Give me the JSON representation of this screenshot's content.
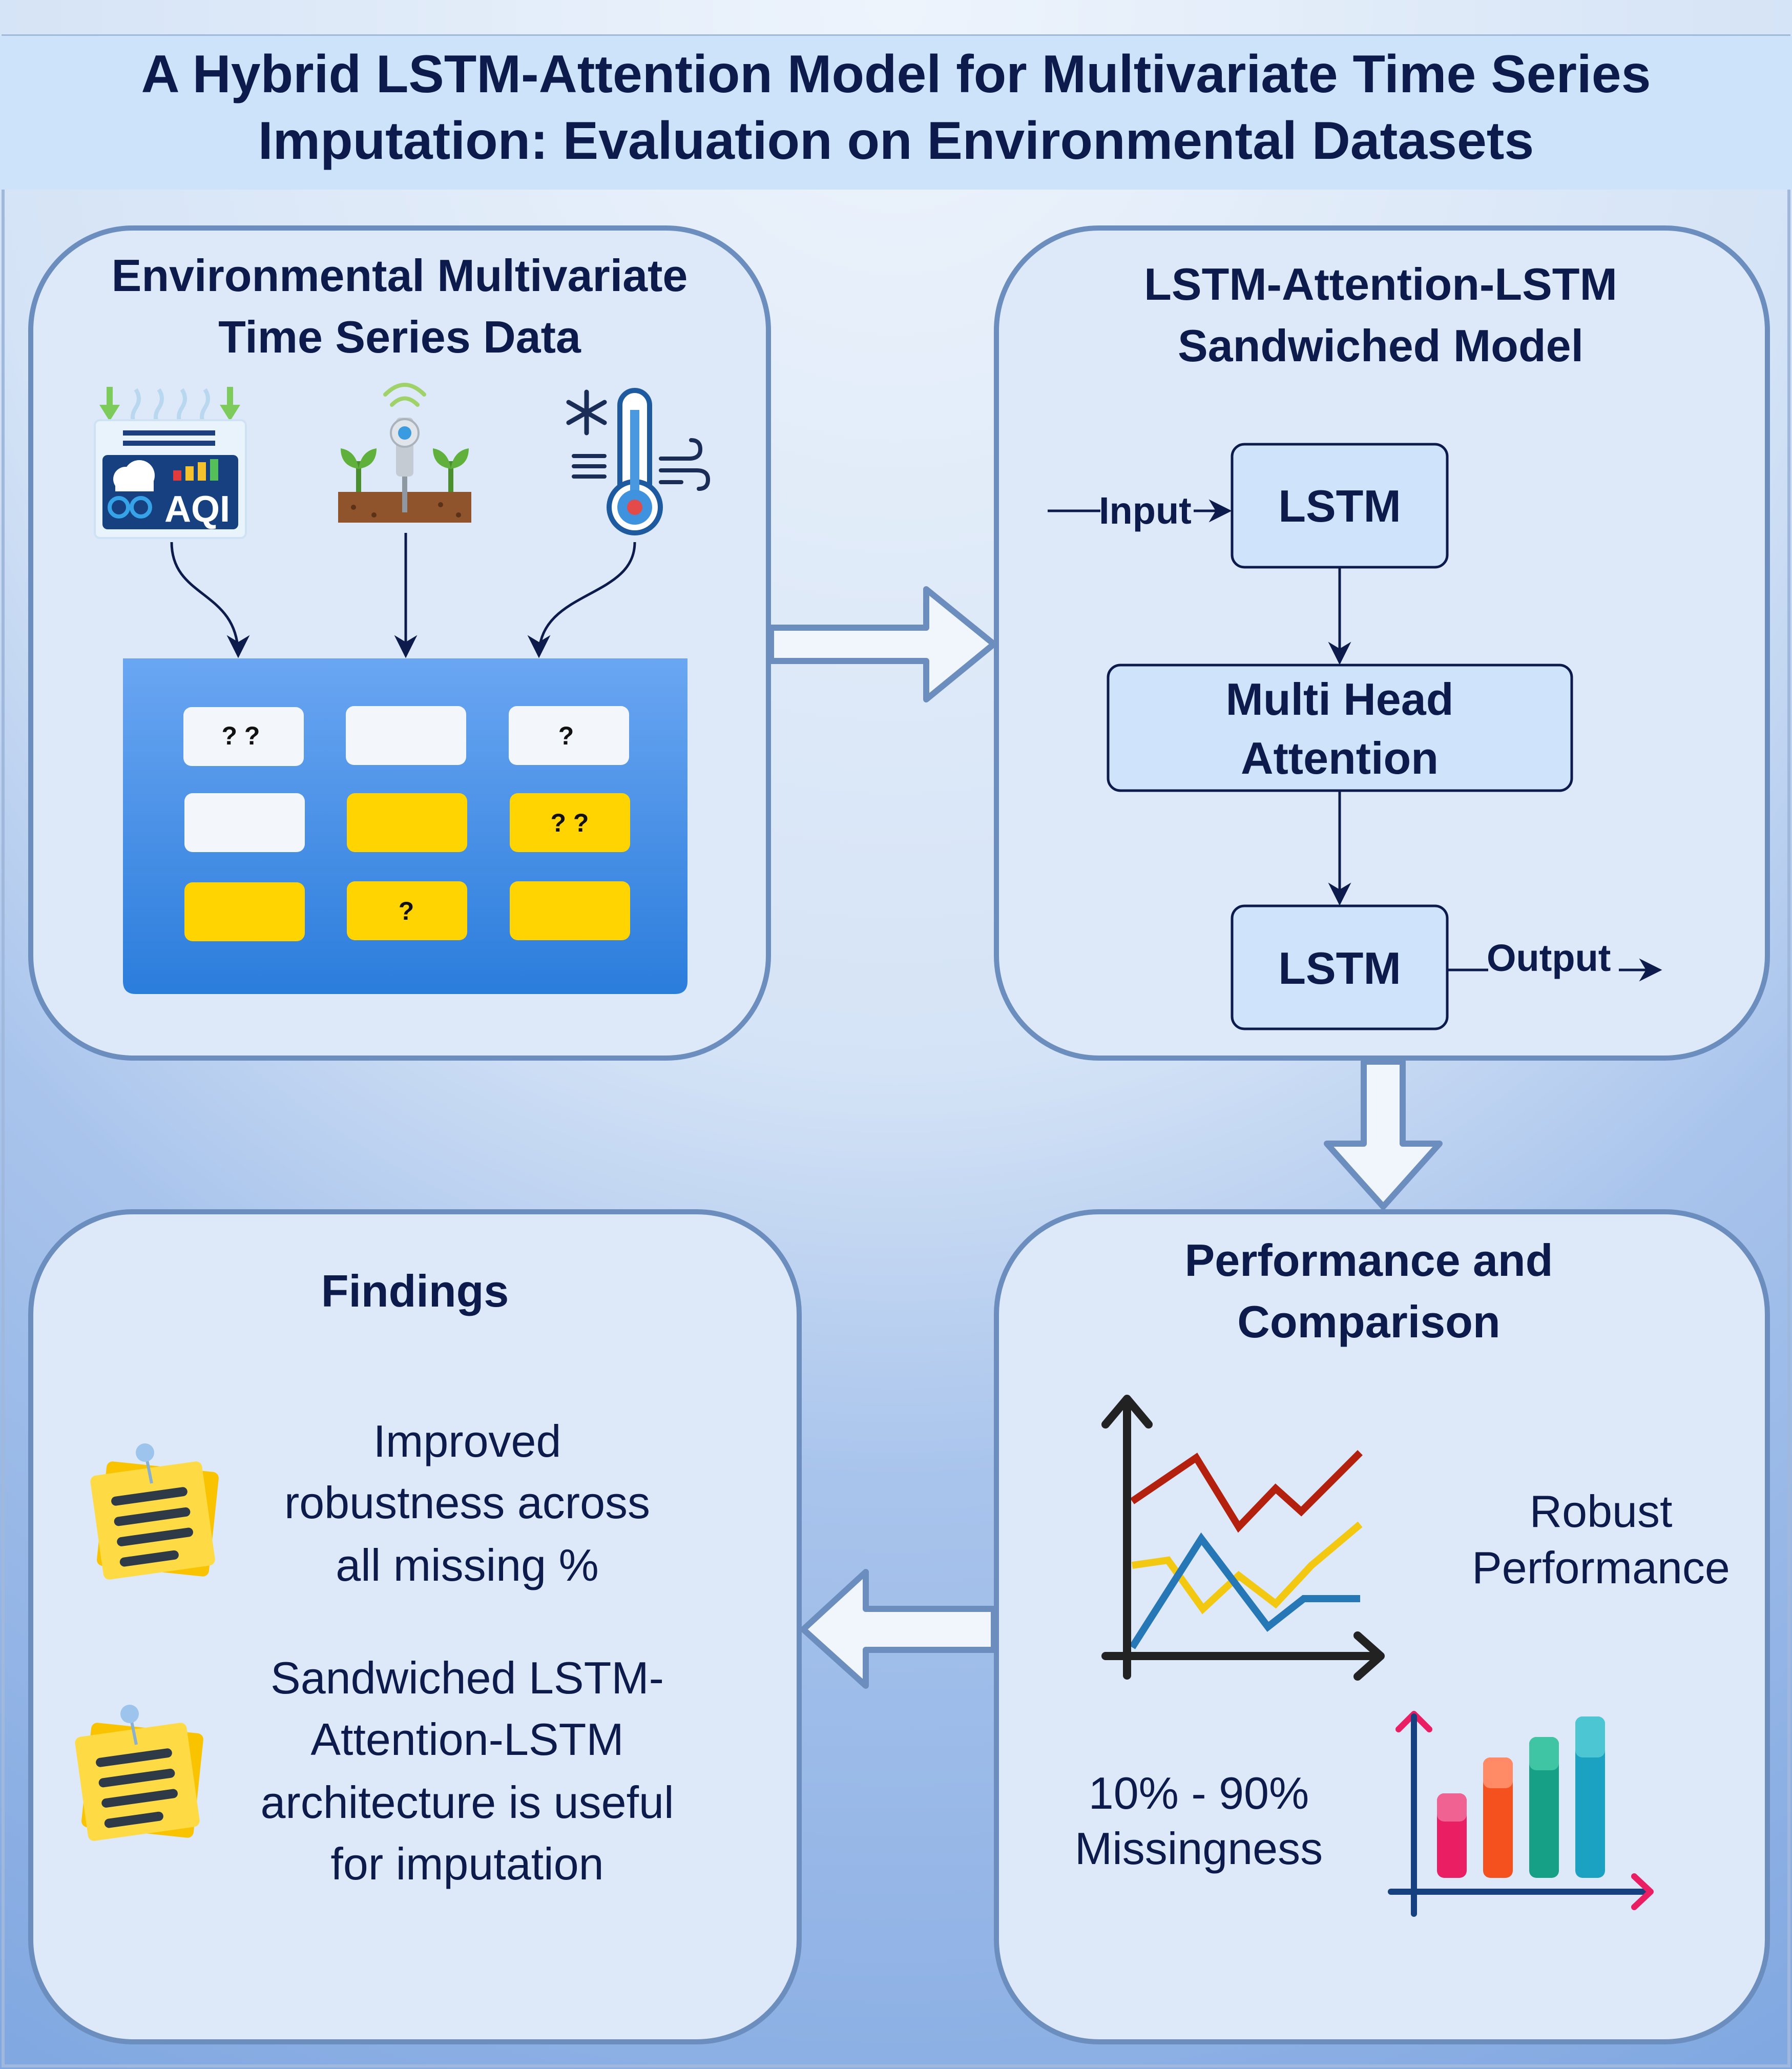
{
  "title": {
    "line1": "A Hybrid LSTM-Attention Model for Multivariate Time Series",
    "line2": "Imputation: Evaluation on Environmental Datasets"
  },
  "data_panel": {
    "title_line1": "Environmental Multivariate",
    "title_line2": "Time Series Data",
    "aqi_label": "AQI",
    "matrix_marks": [
      "? ?",
      "?",
      "? ?",
      "?"
    ]
  },
  "model_panel": {
    "title_line1": "LSTM-Attention-LSTM",
    "title_line2": "Sandwiched Model",
    "input_label": "Input",
    "output_label": "Output",
    "lstm_top": "LSTM",
    "attention_line1": "Multi Head",
    "attention_line2": "Attention",
    "lstm_bottom": "LSTM"
  },
  "performance_panel": {
    "title_line1": "Performance and",
    "title_line2": "Comparison",
    "robust_line1": "Robust",
    "robust_line2": "Performance",
    "missing_line1": "10% - 90%",
    "missing_line2": "Missingness"
  },
  "findings_panel": {
    "title": "Findings",
    "finding1": [
      "Improved",
      "robustness across",
      "all missing %"
    ],
    "finding2": [
      "Sandwiched LSTM-",
      "Attention-LSTM",
      "architecture is useful",
      "for imputation"
    ]
  },
  "colors": {
    "banner": "#cde3f9",
    "panel_fill": "#dde9f8",
    "panel_stroke": "#6c8ebf",
    "box_fill": "#cfe4fb",
    "navy": "#0d1b4c",
    "matrix_blue": "#4f95ec",
    "cell_white": "#f3f7fc",
    "cell_yellow": "#ffd400",
    "line_red": "#b3200e",
    "line_yellow": "#f2c811",
    "line_blue": "#2577b5"
  }
}
